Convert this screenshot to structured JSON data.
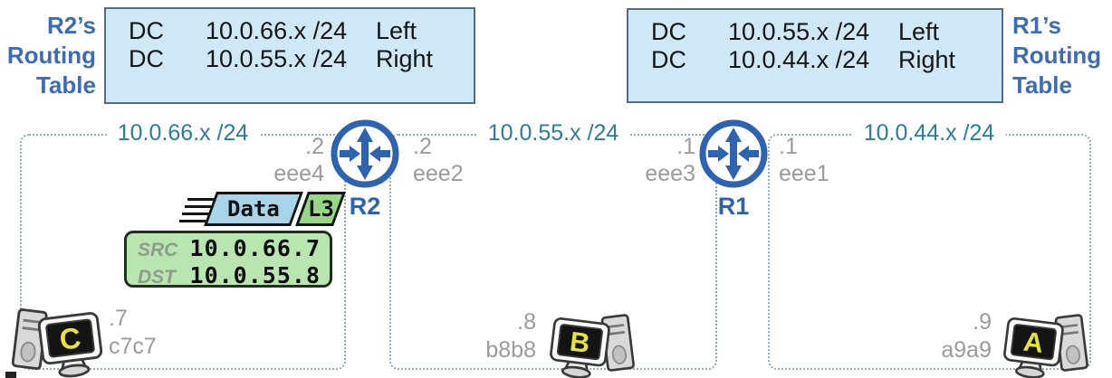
{
  "r2_table": {
    "title_lines": [
      "R2’s",
      "Routing",
      "Table"
    ],
    "rows": [
      {
        "type": "DC",
        "network": "10.0.66.x /24",
        "interface": "Left"
      },
      {
        "type": "DC",
        "network": "10.0.55.x /24",
        "interface": "Right"
      }
    ]
  },
  "r1_table": {
    "title_lines": [
      "R1’s",
      "Routing",
      "Table"
    ],
    "rows": [
      {
        "type": "DC",
        "network": "10.0.55.x /24",
        "interface": "Left"
      },
      {
        "type": "DC",
        "network": "10.0.44.x /24",
        "interface": "Right"
      }
    ]
  },
  "networks": [
    {
      "label": "10.0.66.x /24"
    },
    {
      "label": "10.0.55.x /24"
    },
    {
      "label": "10.0.44.x /24"
    }
  ],
  "routers": [
    {
      "name": "R2",
      "left_if": {
        "addr": ".2",
        "name": "eee4"
      },
      "right_if": {
        "addr": ".2",
        "name": "eee2"
      }
    },
    {
      "name": "R1",
      "left_if": {
        "addr": ".1",
        "name": "eee3"
      },
      "right_if": {
        "addr": ".1",
        "name": "eee1"
      }
    }
  ],
  "packet": {
    "data_label": "Data",
    "l3_label": "L3",
    "src_label": "SRC",
    "src_value": "10.0.66.7",
    "dst_label": "DST",
    "dst_value": "10.0.55.8"
  },
  "hosts": [
    {
      "letter": "C",
      "addr": ".7",
      "mac": "c7c7"
    },
    {
      "letter": "B",
      "addr": ".8",
      "mac": "b8b8"
    },
    {
      "letter": "A",
      "addr": ".9",
      "mac": "a9a9"
    }
  ],
  "colors": {
    "router_blue": "#2d63b0",
    "title_blue": "#3c6cb4",
    "network_teal": "#2e7d96",
    "gray_label": "#9b9b9b",
    "table_fill": "#cfe8f6",
    "table_border": "#4f6f88",
    "dotted_border": "#8fa9bc",
    "packet_data_fill": "#a8d4ea",
    "packet_l3_fill": "#95d687",
    "addr_box_fill": "#b9e5b1",
    "host_letter_yellow": "#e7e33a"
  }
}
